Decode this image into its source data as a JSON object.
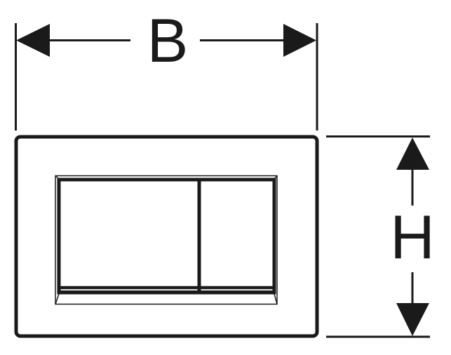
{
  "diagram": {
    "subject": "flush plate dimension drawing",
    "colors": {
      "line": "#1a1a1a",
      "background": "#ffffff"
    },
    "dimensions": {
      "width": {
        "label": "B"
      },
      "height": {
        "label": "H"
      }
    },
    "parts": {
      "outer_plate": "cover plate",
      "buttons": [
        "large flush button",
        "small flush button"
      ]
    }
  }
}
